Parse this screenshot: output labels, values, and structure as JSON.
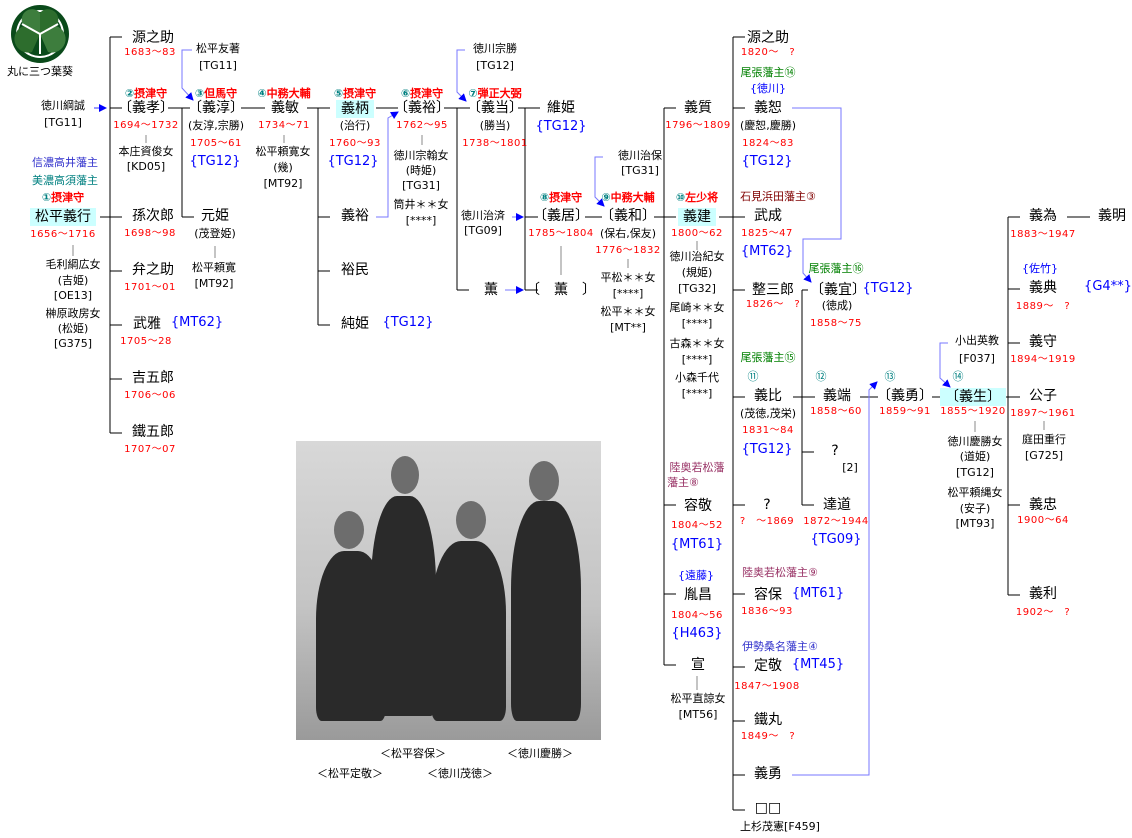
{
  "crest": {
    "label": "丸に三つ葉葵",
    "color": "#0a4a1a"
  },
  "colors": {
    "date": "#ff0000",
    "link": "#0000ff",
    "arrow": "#7777ff",
    "highlight": "#ccffff"
  },
  "c1": {
    "tsunanari": "徳川綱誠",
    "tsunanari_code": "[TG11]",
    "han1": "信濃高井藩主",
    "han2": "美濃高須藩主",
    "rank": "①",
    "title": "摂津守",
    "yoshiyuki": "松平義行",
    "yoshiyuki_d": "1656～1716",
    "sp1": "毛利綱広女",
    "sp1a": "(吉姫)",
    "sp1c": "[OE13]",
    "sp2": "榊原政房女",
    "sp2a": "(松姫)",
    "sp2c": "[G375]"
  },
  "c2": {
    "genno": "源之助",
    "genno_d": "1683～83",
    "rank": "②",
    "title": "摂津守",
    "yoshitaka": "〔義孝〕",
    "yoshitaka_d": "1694～1732",
    "sp": "本庄資俊女",
    "spc": "[KD05]",
    "magojiro": "孫次郎",
    "magojiro_d": "1698～98",
    "benno": "弁之助",
    "benno_d": "1701～01",
    "takemasa": "武雅",
    "takemasa_c": "{MT62}",
    "takemasa_d": "1705～28",
    "kichigoro": "吉五郎",
    "kichigoro_d": "1706～06",
    "tetsugoro": "鐵五郎",
    "tetsugoro_d": "1707～07"
  },
  "c3": {
    "father": "松平友著",
    "father_c": "[TG11]",
    "rank": "③",
    "title": "但馬守",
    "yoshiatsu": "〔義淳〕",
    "alias": "(友淳,宗勝)",
    "d": "1705～61",
    "code": "{TG12}",
    "motohime": "元姫",
    "motohime_a": "(茂登姫)",
    "husband": "松平頼寛",
    "husband_c": "[MT92]"
  },
  "c4": {
    "rank": "④",
    "title": "中務大輔",
    "yoshitoshi": "義敏",
    "d": "1734～71",
    "sp": "松平頼寛女",
    "spa": "(幾)",
    "spc": "[MT92]"
  },
  "c5": {
    "rank": "⑤",
    "title": "摂津守",
    "yoshie": "義柄",
    "alias": "(治行)",
    "d": "1760～93",
    "code": "{TG12}",
    "yoshihiro": "義裕",
    "hirotami": "裕民",
    "sumihime": "純姫",
    "sumihime_c": "{TG12}"
  },
  "c6": {
    "rank": "⑥",
    "title": "摂津守",
    "yoshihiro": "〔義裕〕",
    "d": "1762～95",
    "sp1": "徳川宗翰女",
    "sp1a": "(時姫)",
    "sp1c": "[TG31]",
    "sp2": "筒井＊＊女",
    "sp2c": "[****]"
  },
  "c7": {
    "father": "徳川宗勝",
    "father_c": "[TG12]",
    "rank": "⑦",
    "title": "弾正大弼",
    "yoshimasa": "〔義当〕",
    "alias": "(勝当)",
    "d": "1738～1801",
    "harusada": "徳川治済",
    "harusada_c": "[TG09]",
    "kaoru": "薫"
  },
  "c8": {
    "korehime": "維姫",
    "korehime_c": "{TG12}",
    "rank": "⑧",
    "title": "摂津守",
    "yoshisue": "〔義居〕",
    "d": "1785～1804",
    "kaoru": "〔　薫　〕"
  },
  "c9": {
    "father": "徳川治保",
    "father_c": "[TG31]",
    "rank": "⑨",
    "title": "中務大輔",
    "yoshinari": "〔義和〕",
    "alias": "(保右,保友)",
    "d": "1776～1832",
    "sp1": "平松＊＊女",
    "sp1c": "[****]",
    "sp2": "松平＊＊女",
    "sp2c": "[MT**]"
  },
  "c10": {
    "yoshitada": "義質",
    "yoshitada_d": "1796～1809",
    "rank": "⑩",
    "title": "左少将",
    "yoshitatsu": "義建",
    "yoshitatsu_d": "1800～62",
    "sp1": "徳川治紀女",
    "sp1a": "(規姫)",
    "sp1c": "[TG32]",
    "sp2": "尾崎＊＊女",
    "sp2c": "[****]",
    "sp3": "古森＊＊女",
    "sp3c": "[****]",
    "sp4": "小森千代",
    "sp4c": "[****]",
    "han1": "陸奥若松藩",
    "han2": "藩主⑧",
    "katataka": "容敬",
    "katataka_d": "1804～52",
    "katataka_c": "{MT61}",
    "endo": "{遠藤}",
    "taneaki": "胤昌",
    "taneaki_d": "1804～56",
    "taneaki_c": "{H463}",
    "nobu": "宣",
    "nobu_sp": "松平直諒女",
    "nobu_spc": "[MT56]"
  },
  "c11": {
    "genno": "源之助",
    "genno_d": "1820～　?",
    "han_owari14": "尾張藩主⑭",
    "tokugawa": "{徳川}",
    "yoshikumi": "義恕",
    "yoshikumi_a": "(慶恕,慶勝)",
    "yoshikumi_d": "1824～83",
    "yoshikumi_c": "{TG12}",
    "han_hamada": "石見浜田藩主③",
    "takenari": "武成",
    "takenari_d": "1825～47",
    "takenari_c": "{MT62}",
    "seizaburo": "整三郎",
    "seizaburo_d": "1826～　?",
    "han_owari15": "尾張藩主⑮",
    "rank11": "⑪",
    "yoshichika": "義比",
    "yoshichika_a": "(茂徳,茂栄)",
    "yoshichika_d": "1831～84",
    "yoshichika_c": "{TG12}",
    "unknown": "?",
    "unknown_d": "?　～1869",
    "han_aizu9": "陸奥若松藩主⑨",
    "katamori": "容保",
    "katamori_c": "{MT61}",
    "katamori_d": "1836～93",
    "han_kuwana": "伊勢桑名藩主④",
    "sadaaki": "定敬",
    "sadaaki_c": "{MT45}",
    "sadaaki_d": "1847～1908",
    "tetsumaru": "鐵丸",
    "tetsumaru_d": "1849～　?",
    "yoshiisa": "義勇",
    "blank": "□□",
    "uesugi": "上杉茂憲[F459]"
  },
  "c12": {
    "han_owari16": "尾張藩主⑯",
    "yoshinori": "〔義宜〕",
    "yoshinori_c": "{TG12}",
    "yoshinori_a": "(徳成)",
    "yoshinori_d": "1858～75",
    "rank12": "⑫",
    "yoshimasa": "義端",
    "yoshimasa_d": "1858～60",
    "unknown": "?",
    "unknown_c": "[2]",
    "satomichi": "達道",
    "satomichi_d": "1872～1944",
    "satomichi_c": "{TG09}"
  },
  "c13": {
    "rank13": "⑬",
    "yoshiisa": "〔義勇〕",
    "yoshiisa_d": "1859～91",
    "father": "小出英教",
    "father_c": "[F037]",
    "rank14": "⑭",
    "yoshinari": "〔義生〕",
    "yoshinari_d": "1855～1920",
    "sp1": "徳川慶勝女",
    "sp1a": "(道姫)",
    "sp1c": "[TG12]",
    "sp2": "松平頼縄女",
    "sp2a": "(安子)",
    "sp2c": "[MT93]"
  },
  "c14": {
    "yoshitame": "義為",
    "yoshitame_d": "1883～1947",
    "yoshiaki": "義明",
    "satake": "{佐竹}",
    "yoshinori": "義典",
    "yoshinori_c": "{G4**}",
    "yoshinori_d": "1889～　?",
    "yoshimori": "義守",
    "yoshimori_d": "1894～1919",
    "kimiko": "公子",
    "kimiko_d": "1897～1961",
    "kimiko_h": "庭田重行",
    "kimiko_hc": "[G725]",
    "yoshitada": "義忠",
    "yoshitada_d": "1900～64",
    "yoshitoshi": "義利",
    "yoshitoshi_d": "1902～　?"
  },
  "photo": {
    "cap1": "＜松平容保＞",
    "cap2": "＜徳川慶勝＞",
    "cap3": "＜松平定敬＞",
    "cap4": "＜徳川茂徳＞"
  }
}
